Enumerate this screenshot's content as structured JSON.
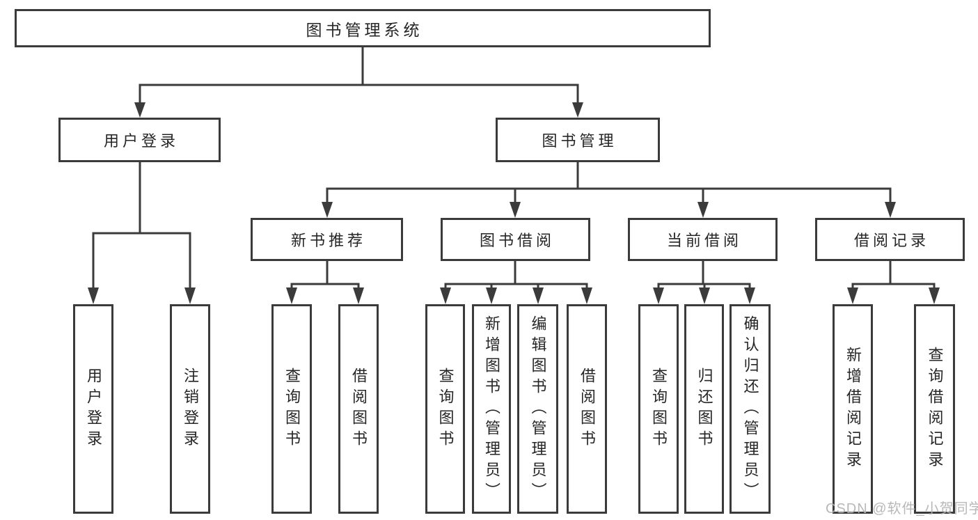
{
  "diagram": {
    "title": "图书管理系统",
    "groups": [
      {
        "label": "用户登录",
        "children": [
          "用户登录",
          "注销登录"
        ]
      },
      {
        "label": "图书管理",
        "sections": [
          {
            "label": "新书推荐",
            "children": [
              "查询图书",
              "借阅图书"
            ]
          },
          {
            "label": "图书借阅",
            "children": [
              "查询图书",
              "新增图书（管理员）",
              "编辑图书（管理员）",
              "借阅图书"
            ]
          },
          {
            "label": "当前借阅",
            "children": [
              "查询图书",
              "归还图书",
              "确认归还（管理员）"
            ]
          },
          {
            "label": "借阅记录",
            "children": [
              "新增借阅记录",
              "查询借阅记录"
            ]
          }
        ]
      }
    ]
  },
  "watermark": {
    "text": "CSDN @软件_小贺同学",
    "color": "#b2b2b2"
  },
  "colors": {
    "line": "#3b3b3b",
    "border": "#3b3b3b",
    "text": "#262626",
    "background": "#ffffff"
  }
}
